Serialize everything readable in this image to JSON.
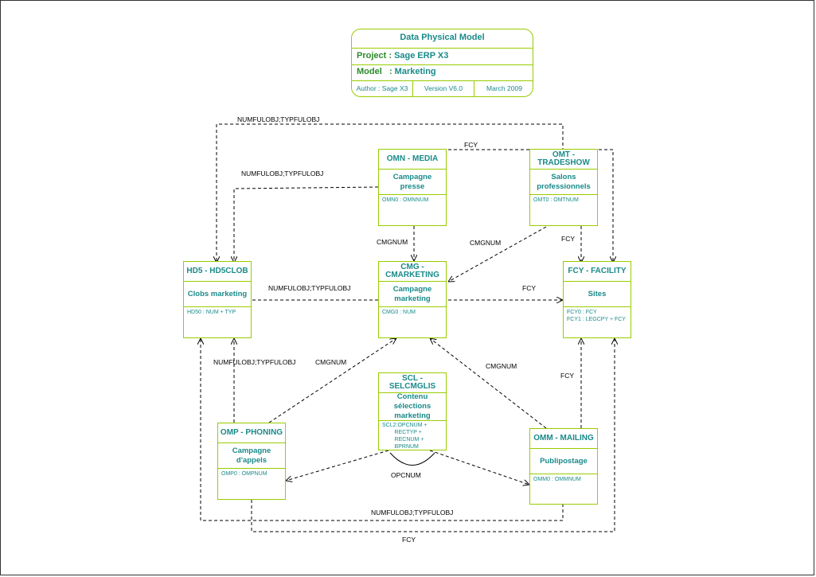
{
  "title_block": {
    "title": "Data Physical Model",
    "project_label": "Project :",
    "project_value": "Sage ERP X3",
    "model_label": "Model   :",
    "model_value": "Marketing",
    "author": "Author : Sage X3",
    "version": "Version V6.0",
    "date": "March 2009"
  },
  "entities": {
    "omn": {
      "header": "OMN - MEDIA",
      "name": "Campagne presse",
      "index": "OMN0 : OMNNUM"
    },
    "omt": {
      "header": "OMT - TRADESHOW",
      "name": "Salons professionnels",
      "index": "OMT0 : OMTNUM"
    },
    "hd5": {
      "header": "HD5 - HD5CLOB",
      "name": "Clobs marketing",
      "index": "HD50 : NUM + TYP"
    },
    "cmg": {
      "header": "CMG - CMARKETING",
      "name": "Campagne marketing",
      "index": "CMG0 : NUM"
    },
    "fcy": {
      "header": "FCY - FACILITY",
      "name": "Sites",
      "index": "FCY0 : FCY\nFCY1 : LEGCPY + FCY"
    },
    "scl": {
      "header": "SCL - SELCMGLIS",
      "name": "Contenu sélections marketing",
      "index": "SCL2:OPCNUM +\n        RECTYP +\n        RECNUM +\n        BPRNUM"
    },
    "omp": {
      "header": "OMP - PHONING",
      "name": "Campagne d'appels",
      "index": "OMP0 : OMPNUM"
    },
    "omm": {
      "header": "OMM - MAILING",
      "name": "Publipostage",
      "index": "OMM0 : OMMNUM"
    }
  },
  "relations": {
    "numfulobj_top": "NUMFULOBJ;TYPFULOBJ",
    "fcy_top": "FCY",
    "numfulobj_media": "NUMFULOBJ;TYPFULOBJ",
    "cmgnum_media": "CMGNUM",
    "cmgnum_tradeshow": "CMGNUM",
    "fcy_tradeshow": "FCY",
    "numfulobj_cmg": "NUMFULOBJ;TYPFULOBJ",
    "fcy_cmg": "FCY",
    "numfulobj_phoning": "NUMFULOBJ;TYPFULOBJ",
    "cmgnum_phoning": "CMGNUM",
    "cmgnum_mailing": "CMGNUM",
    "fcy_mailing": "FCY",
    "opcnum": "OPCNUM",
    "numfulobj_bottom": "NUMFULOBJ;TYPFULOBJ",
    "fcy_bottom": "FCY"
  }
}
